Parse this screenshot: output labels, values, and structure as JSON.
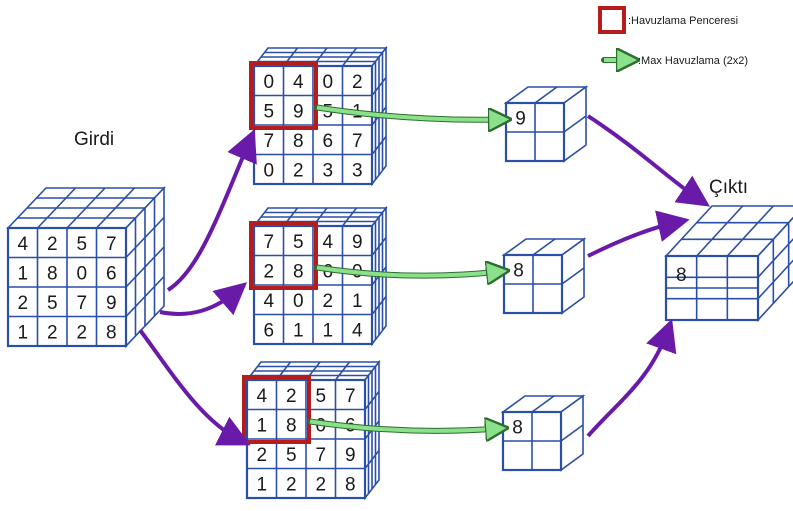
{
  "labels": {
    "input": "Girdi",
    "output": "Çıktı"
  },
  "legend": {
    "window_label": ":Havuzlama Penceresi",
    "arrow_label": ":Max Havuzlama (2x2)"
  },
  "colors": {
    "grid": "#2a4fa8",
    "window": "#b51c1c",
    "green_arrow": "#8be08b",
    "purple_arrow": "#6a1aa8"
  },
  "input_matrix": [
    [
      "4",
      "2",
      "5",
      "7"
    ],
    [
      "1",
      "8",
      "0",
      "6"
    ],
    [
      "2",
      "5",
      "7",
      "9"
    ],
    [
      "1",
      "2",
      "2",
      "8"
    ]
  ],
  "channels": [
    {
      "matrix": [
        [
          "0",
          "4",
          "0",
          "2"
        ],
        [
          "5",
          "9",
          "5",
          "1"
        ],
        [
          "7",
          "8",
          "6",
          "7"
        ],
        [
          "0",
          "2",
          "3",
          "3"
        ]
      ],
      "pooled": "9"
    },
    {
      "matrix": [
        [
          "7",
          "5",
          "4",
          "9"
        ],
        [
          "2",
          "8",
          "6",
          "0"
        ],
        [
          "4",
          "0",
          "2",
          "1"
        ],
        [
          "6",
          "1",
          "1",
          "4"
        ]
      ],
      "pooled": "8"
    },
    {
      "matrix": [
        [
          "4",
          "2",
          "5",
          "7"
        ],
        [
          "1",
          "8",
          "0",
          "6"
        ],
        [
          "2",
          "5",
          "7",
          "9"
        ],
        [
          "1",
          "2",
          "2",
          "8"
        ]
      ],
      "pooled": "8"
    }
  ],
  "output_cell": "8"
}
